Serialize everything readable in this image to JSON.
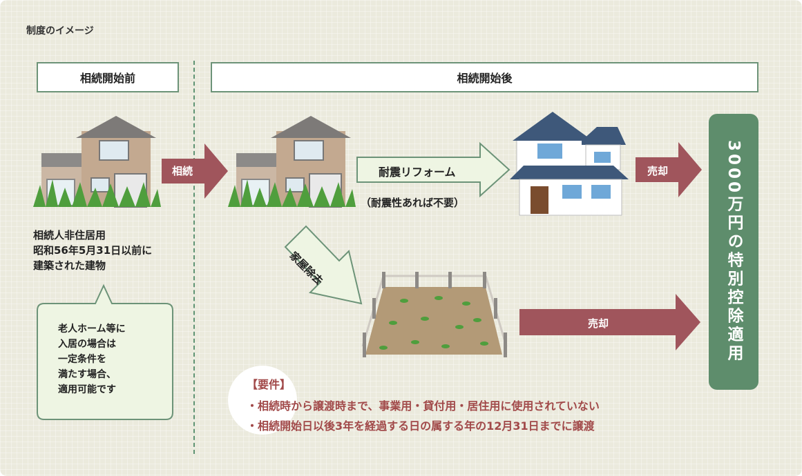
{
  "title": "制度のイメージ",
  "headers": {
    "before": "相続開始前",
    "after": "相続開始後"
  },
  "arrows": {
    "inherit": "相続",
    "reform": "耐震リフォーム",
    "reform_note": "（耐震性あれば不要）",
    "demolish": "家屋除去",
    "sale_top": "売却",
    "sale_bottom": "売却"
  },
  "description": {
    "line1": "相続人非住居用",
    "line2": "昭和56年5月31日以前に",
    "line3": "建築された建物"
  },
  "bubble": {
    "line1": "老人ホーム等に",
    "line2": "入居の場合は",
    "line3": "一定条件を",
    "line4": "満たす場合、",
    "line5": "適用可能です"
  },
  "result": "3000万円の特別控除適用",
  "requirements": {
    "title": "【要件】",
    "items": [
      "・相続時から譲渡時まで、事業用・貸付用・居住用に使用されていない",
      "・相続開始日以後3年を経過する日の属する年の12月31日までに譲渡"
    ]
  },
  "colors": {
    "background": "#ebeadd",
    "header_border": "#6c9378",
    "arrow_red": "#a0555c",
    "arrow_green_fill": "#eef5e3",
    "arrow_green_border": "#6c9378",
    "result_box": "#5e8d6c",
    "requirement_text": "#a14949"
  }
}
